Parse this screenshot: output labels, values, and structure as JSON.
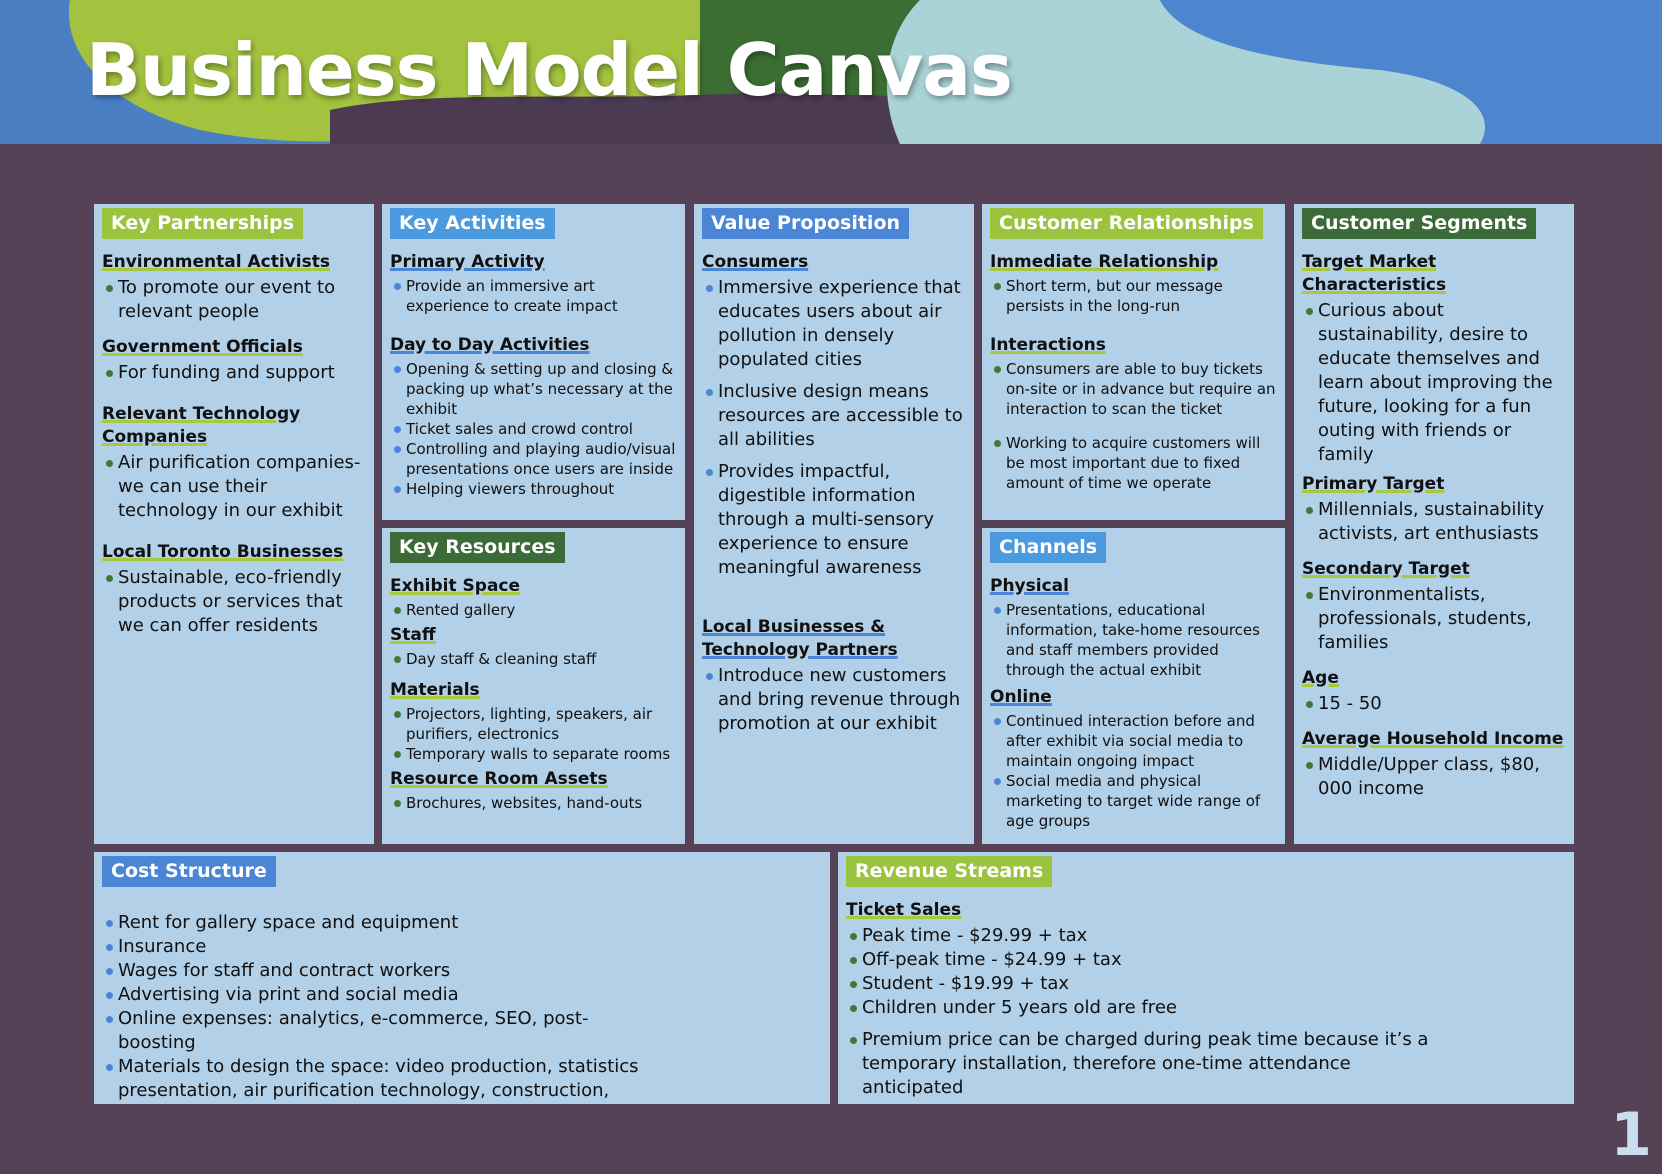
{
  "title": "Business Model Canvas",
  "page_number": "1",
  "colors": {
    "background": "#564257",
    "panel": "#b2d0e8",
    "lime": "#9cc33e",
    "blue": "#4b86d6",
    "green": "#3b6b38",
    "sky": "#4b9ae0"
  },
  "key_partnerships": {
    "title": "Key Partnerships",
    "sections": [
      {
        "heading": "Environmental Activists",
        "items": [
          "To promote our event to relevant people"
        ]
      },
      {
        "heading": "Government Officials",
        "items": [
          "For funding and support"
        ]
      },
      {
        "heading": "Relevant Technology Companies",
        "items": [
          "Air purification companies- we can use their technology in our exhibit"
        ]
      },
      {
        "heading": "Local Toronto Businesses",
        "items": [
          "Sustainable, eco-friendly products or services that we can offer residents"
        ]
      }
    ]
  },
  "key_activities": {
    "title": "Key Activities",
    "sections": [
      {
        "heading": "Primary Activity",
        "items": [
          "Provide an immersive art experience to create impact"
        ]
      },
      {
        "heading": "Day to Day Activities",
        "items": [
          "Opening & setting up and closing & packing up what’s necessary at the exhibit",
          "Ticket sales and crowd control",
          "Controlling and playing audio/visual presentations once users are inside",
          "Helping viewers throughout"
        ]
      }
    ]
  },
  "key_resources": {
    "title": "Key Resources",
    "sections": [
      {
        "heading": "Exhibit Space",
        "items": [
          "Rented gallery"
        ]
      },
      {
        "heading": "Staff",
        "items": [
          "Day staff & cleaning staff"
        ]
      },
      {
        "heading": "Materials",
        "items": [
          "Projectors, lighting, speakers, air purifiers, electronics",
          "Temporary walls to separate rooms"
        ]
      },
      {
        "heading": "Resource Room Assets",
        "items": [
          "Brochures, websites, hand-outs"
        ]
      }
    ]
  },
  "value_proposition": {
    "title": "Value Proposition",
    "sections": [
      {
        "heading": "Consumers",
        "items": [
          "Immersive experience that educates users about air pollution in densely populated cities",
          "Inclusive design means resources are accessible to all abilities",
          "Provides impactful, digestible information through a multi-sensory experience to ensure meaningful awareness"
        ]
      },
      {
        "heading": "Local Businesses & Technology Partners",
        "items": [
          "Introduce new customers and bring revenue through promotion at our exhibit"
        ]
      }
    ]
  },
  "customer_relationships": {
    "title": "Customer Relationships",
    "sections": [
      {
        "heading": "Immediate Relationship",
        "items": [
          "Short term, but our message persists in the long-run"
        ]
      },
      {
        "heading": "Interactions",
        "items": [
          "Consumers are able to buy tickets on-site or in advance but require an interaction to scan the ticket",
          "Working to acquire customers will be most important due to fixed amount of time we operate"
        ]
      }
    ]
  },
  "channels": {
    "title": "Channels",
    "sections": [
      {
        "heading": "Physical",
        "items": [
          "Presentations, educational information, take-home resources and staff members provided through the actual exhibit"
        ]
      },
      {
        "heading": "Online",
        "items": [
          "Continued interaction before and after exhibit via social media to maintain ongoing impact",
          "Social media and physical marketing to target wide range of age groups"
        ]
      }
    ]
  },
  "customer_segments": {
    "title": "Customer Segments",
    "sections": [
      {
        "heading": "Target Market Characteristics",
        "items": [
          "Curious about sustainability, desire to educate themselves and learn about improving the future, looking for a fun outing with friends or family"
        ]
      },
      {
        "heading": "Primary Target",
        "items": [
          "Millennials, sustainability activists, art enthusiasts"
        ]
      },
      {
        "heading": "Secondary Target",
        "items": [
          "Environmentalists, professionals, students, families"
        ]
      },
      {
        "heading": "Age",
        "items": [
          "15 - 50"
        ]
      },
      {
        "heading": "Average Household Income",
        "items": [
          "Middle/Upper class, $80, 000 income"
        ]
      }
    ]
  },
  "cost_structure": {
    "title": "Cost Structure",
    "items": [
      "Rent for gallery space and equipment",
      "Insurance",
      "Wages for staff and contract workers",
      "Advertising via print and social media",
      "Online expenses: analytics, e-commerce, SEO, post-boosting",
      "Materials to design the space: video production, statistics presentation, air purification technology, construction, etc."
    ]
  },
  "revenue_streams": {
    "title": "Revenue Streams",
    "heading": "Ticket Sales",
    "items": [
      "Peak time - $29.99 + tax",
      "Off-peak time - $24.99 + tax",
      "Student - $19.99 + tax",
      "Children under 5 years old are free",
      "Premium price can be charged during peak time because it’s a temporary installation, therefore one-time attendance anticipated"
    ]
  }
}
